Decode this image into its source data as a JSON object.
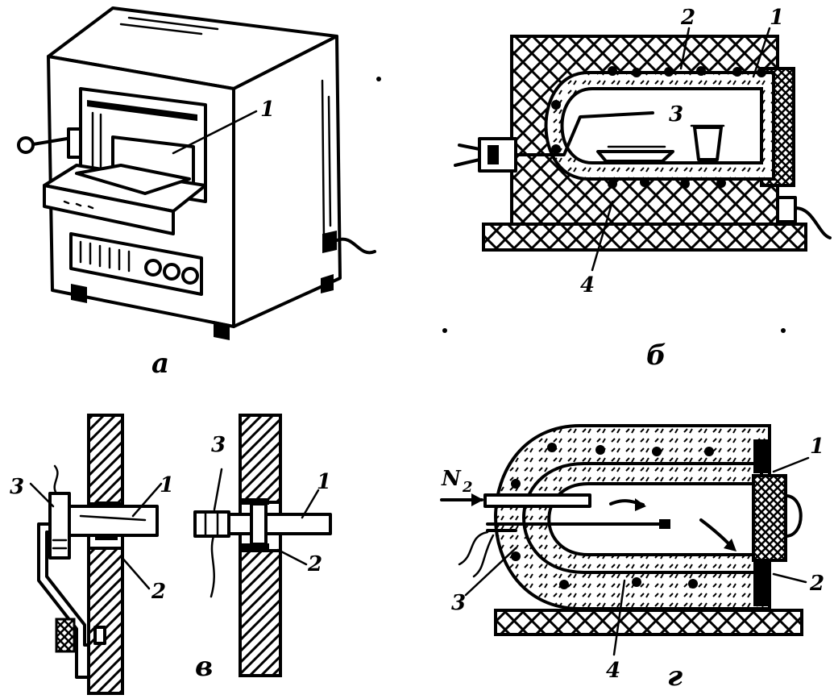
{
  "panels": {
    "a": {
      "caption": "а",
      "labels": [
        "1"
      ]
    },
    "b": {
      "caption": "б",
      "labels": [
        "1",
        "2",
        "3",
        "4"
      ]
    },
    "v": {
      "caption": "в",
      "labels": [
        "3",
        "1",
        "2",
        "3",
        "1",
        "2"
      ]
    },
    "g": {
      "caption": "г",
      "labels": [
        "N",
        "2",
        "1",
        "2",
        "3",
        "4"
      ]
    }
  },
  "colors": {
    "ink": "#000000",
    "paper": "#ffffff"
  }
}
